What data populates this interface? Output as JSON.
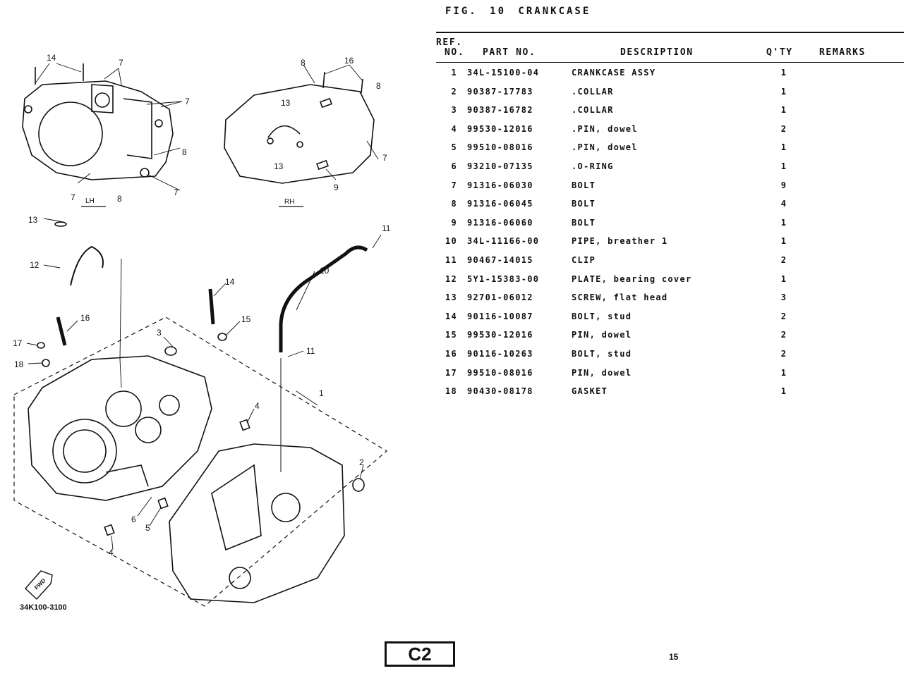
{
  "header": {
    "figure_title": "FIG. 10   CRANKCASE"
  },
  "columns": {
    "ref_line1": "REF.",
    "ref_line2": "NO.",
    "part_no": "PART NO.",
    "description": "DESCRIPTION",
    "qty": "Q'TY",
    "remarks": "REMARKS"
  },
  "parts": [
    {
      "ref": "1",
      "part_no": "34L-15100-04",
      "description": "CRANKCASE ASSY",
      "qty": "1"
    },
    {
      "ref": "2",
      "part_no": "90387-17783",
      "description": ".COLLAR",
      "qty": "1"
    },
    {
      "ref": "3",
      "part_no": "90387-16782",
      "description": ".COLLAR",
      "qty": "1"
    },
    {
      "ref": "4",
      "part_no": "99530-12016",
      "description": ".PIN, dowel",
      "qty": "2"
    },
    {
      "ref": "5",
      "part_no": "99510-08016",
      "description": ".PIN, dowel",
      "qty": "1"
    },
    {
      "ref": "6",
      "part_no": "93210-07135",
      "description": ".O-RING",
      "qty": "1"
    },
    {
      "ref": "7",
      "part_no": "91316-06030",
      "description": "BOLT",
      "qty": "9"
    },
    {
      "ref": "8",
      "part_no": "91316-06045",
      "description": "BOLT",
      "qty": "4"
    },
    {
      "ref": "9",
      "part_no": "91316-06060",
      "description": "BOLT",
      "qty": "1"
    },
    {
      "ref": "10",
      "part_no": "34L-11166-00",
      "description": "PIPE, breather 1",
      "qty": "1"
    },
    {
      "ref": "11",
      "part_no": "90467-14015",
      "description": "CLIP",
      "qty": "2"
    },
    {
      "ref": "12",
      "part_no": "5Y1-15383-00",
      "description": "PLATE, bearing cover",
      "qty": "1"
    },
    {
      "ref": "13",
      "part_no": "92701-06012",
      "description": "SCREW, flat head",
      "qty": "3"
    },
    {
      "ref": "14",
      "part_no": "90116-10087",
      "description": "BOLT, stud",
      "qty": "2"
    },
    {
      "ref": "15",
      "part_no": "99530-12016",
      "description": "PIN, dowel",
      "qty": "2"
    },
    {
      "ref": "16",
      "part_no": "90116-10263",
      "description": "BOLT, stud",
      "qty": "2"
    },
    {
      "ref": "17",
      "part_no": "99510-08016",
      "description": "PIN, dowel",
      "qty": "1"
    },
    {
      "ref": "18",
      "part_no": "90430-08178",
      "description": "GASKET",
      "qty": "1"
    }
  ],
  "diagram": {
    "lh_label": "LH",
    "rh_label": "RH",
    "fwd_label": "FWD",
    "callouts": [
      "1",
      "2",
      "3",
      "4",
      "4",
      "5",
      "6",
      "7",
      "7",
      "7",
      "7",
      "7",
      "8",
      "8",
      "8",
      "8",
      "9",
      "10",
      "11",
      "11",
      "12",
      "13",
      "13",
      "13",
      "14",
      "14",
      "15",
      "16",
      "16",
      "17",
      "18"
    ]
  },
  "footer": {
    "diagram_code": "34K100-3100",
    "section_stamp": "C2",
    "page_number": "15"
  }
}
